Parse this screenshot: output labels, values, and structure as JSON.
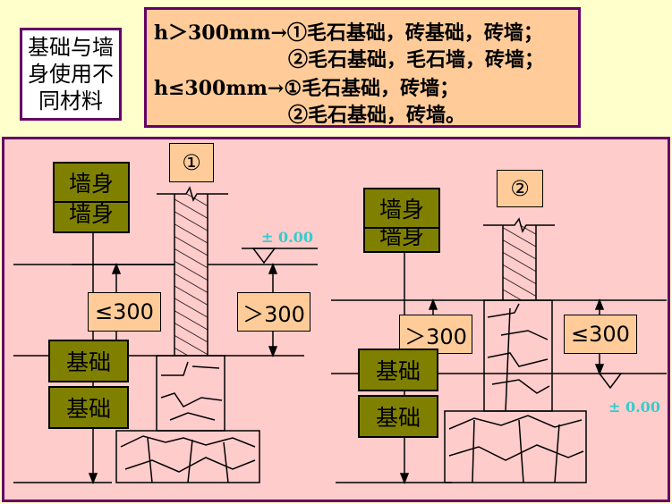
{
  "title": "基础与墙身使用不同材料",
  "rules": {
    "line1": "h＞300mm→①毛石基础，砖基础，砖墙；",
    "line2": "②毛石基础，毛石墙，砖墙；",
    "line3": "h≤300mm→①毛石基础，砖墙；",
    "line4": "②毛石基础，砖墙。"
  },
  "case1": {
    "badge": "①",
    "wall_label": "墙身",
    "wall_label_back": "墙身",
    "found_label": "基础",
    "found_label_back": "基础",
    "dim_left": "≤300",
    "dim_right": "＞300",
    "elevation": "± 0.00"
  },
  "case2": {
    "badge": "②",
    "wall_label": "墙身",
    "wall_label_back": "墙身",
    "found_label": "基础",
    "found_label_back": "基础",
    "dim_left": "＞300",
    "dim_right": "≤300",
    "elevation": "± 0.00"
  },
  "colors": {
    "label_fill": "#808000",
    "dim_fill": "#FFCC99",
    "panel_fill": "#FFCCCC",
    "border": "#660066",
    "elevation_text": "#33CCCC"
  }
}
